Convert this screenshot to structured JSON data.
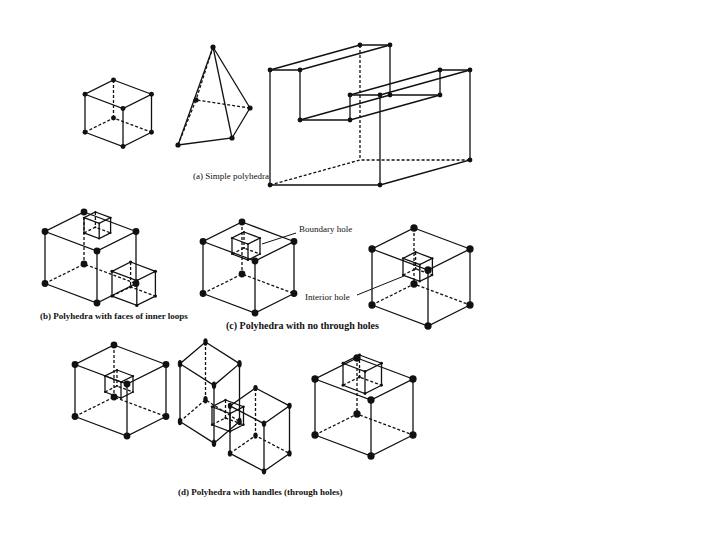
{
  "diagram": {
    "labels": [
      "(a) Simple polyhedra",
      "(b) Polyhedra with faces of inner loops",
      "(c) Polyhedra with no through holes",
      "Boundary hole",
      "Interior hole",
      "(d) Polyhedra with handles (through holes)"
    ]
  }
}
